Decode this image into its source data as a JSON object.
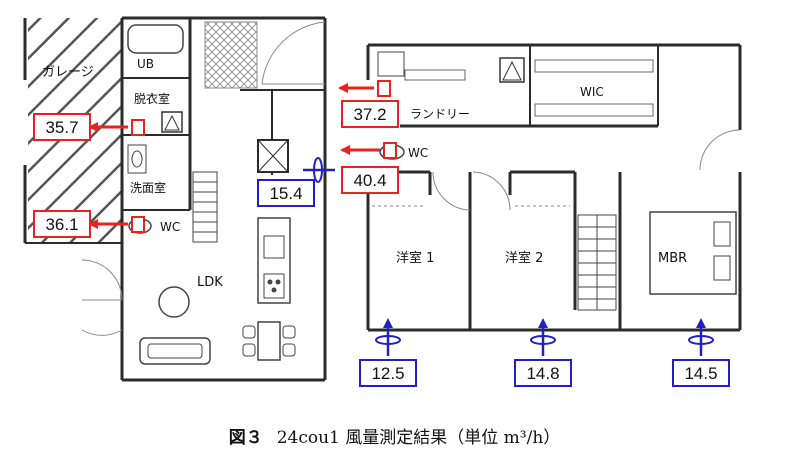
{
  "rooms": {
    "garage": "ガレージ",
    "ub": "UB",
    "datsuishitsu": "脱衣室",
    "senmenshitsu": "洗面室",
    "wc1": "WC",
    "ldk": "LDK",
    "laundry": "ランドリー",
    "wic": "WIC",
    "wc2": "WC",
    "yoshitsu1": "洋室 1",
    "yoshitsu2": "洋室 2",
    "mbr": "MBR"
  },
  "measurements": {
    "garage_upper": "35.7",
    "garage_lower": "36.1",
    "stair_duct": "15.4",
    "laundry": "37.2",
    "wc2": "40.4",
    "yoshitsu1": "12.5",
    "yoshitsu2": "14.8",
    "mbr": "14.5"
  },
  "colors": {
    "exhaust": "#e8231f",
    "supply": "#2020c8",
    "wall": "#2b2b2b"
  },
  "caption": {
    "figure": "図３",
    "text": "24cou1 風量測定結果（単位 m³/h）"
  }
}
